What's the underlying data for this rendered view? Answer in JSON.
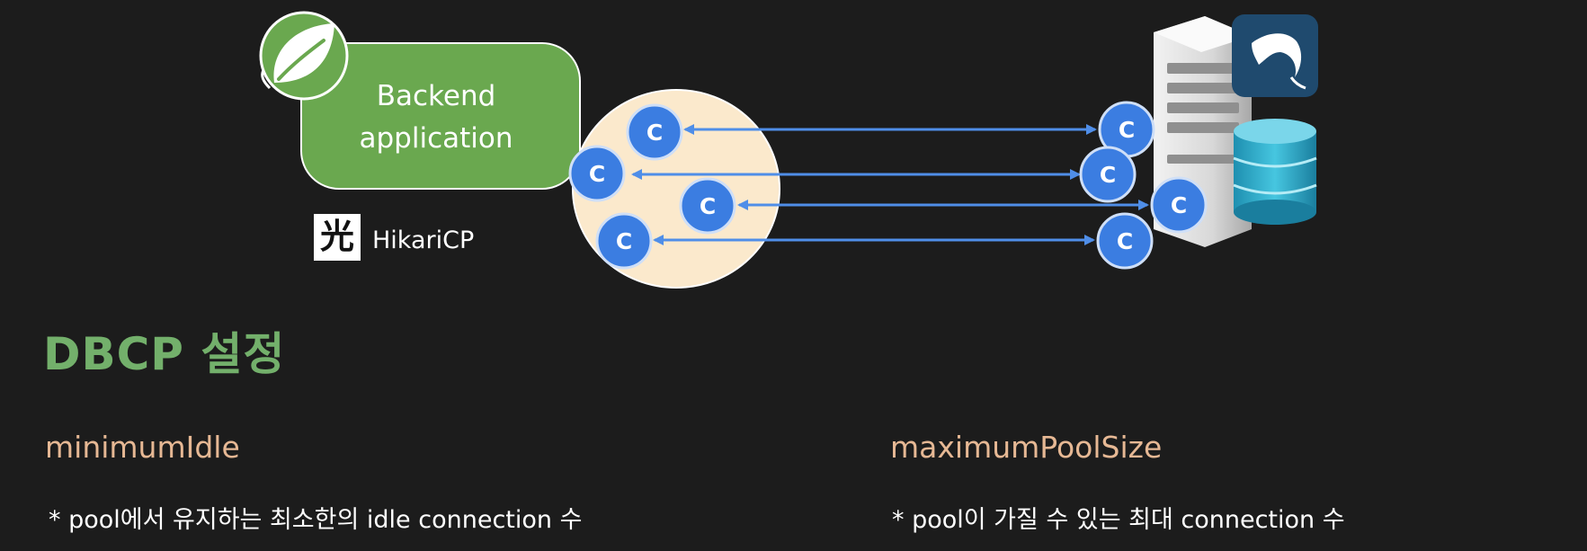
{
  "diagram": {
    "app_label_line1": "Backend",
    "app_label_line2": "application",
    "pool_label": "HikariCP",
    "pool_logo_glyph": "光",
    "connection_glyph": "C",
    "icons": [
      "spring-leaf-icon",
      "hikaricp-logo-icon",
      "database-server-icon",
      "mysql-dolphin-icon",
      "database-cylinder-icon"
    ],
    "pool_connection_count": 4,
    "db_connection_count": 4,
    "colors": {
      "spring_green": "#6aa84f",
      "pool_fill": "#fbe9cc",
      "connection_blue": "#3b7de1",
      "arrow_blue": "#4f8ee8",
      "heading_green": "#73b06b",
      "setting_peach": "#e6b894",
      "db_cyan": "#2fb3cf",
      "mysql_tile": "#1f4a6e"
    }
  },
  "heading": "DBCP 설정",
  "settings": [
    {
      "name": "minimumIdle",
      "description": "* pool에서 유지하는 최소한의 idle connection 수"
    },
    {
      "name": "maximumPoolSize",
      "description": "* pool이 가질 수 있는 최대 connection 수"
    }
  ]
}
